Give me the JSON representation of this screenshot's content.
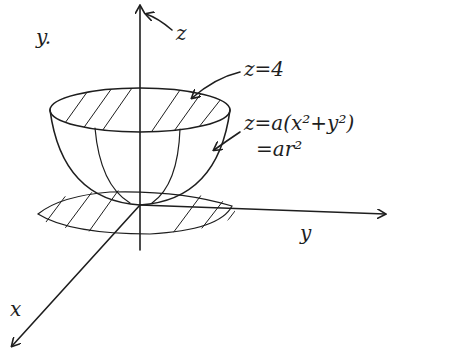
{
  "diagram": {
    "labels": [
      "z",
      "y.",
      "z=4",
      "z=a(x²+y²)",
      "=ar²",
      "y",
      "x"
    ]
  }
}
